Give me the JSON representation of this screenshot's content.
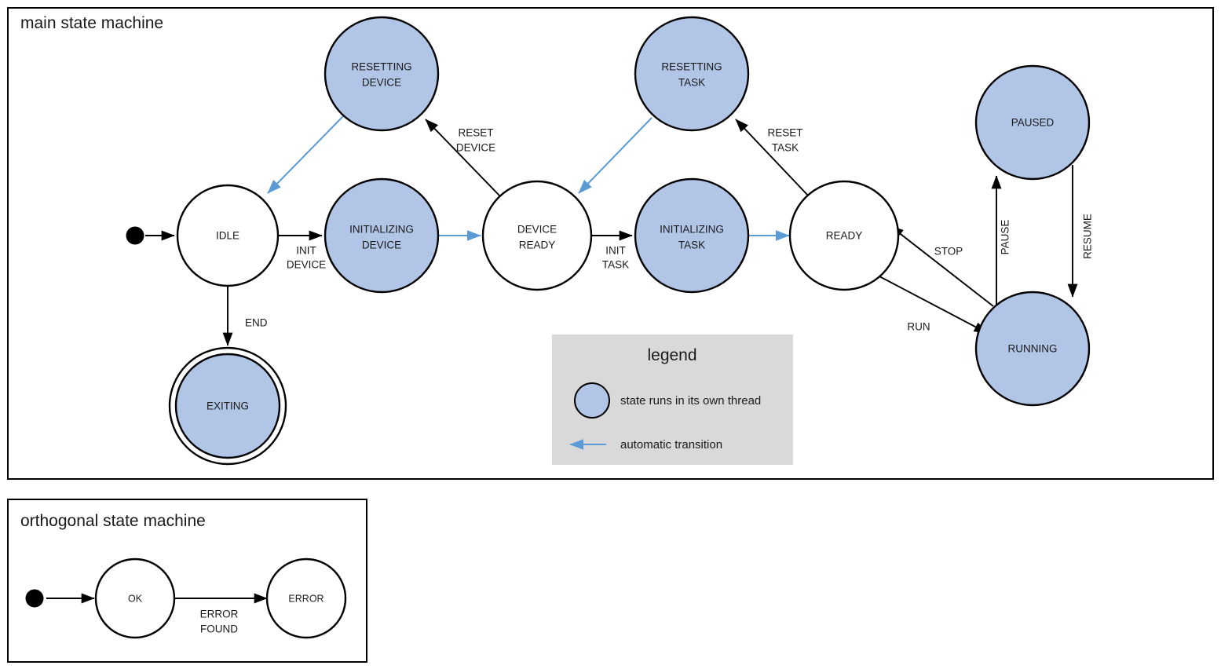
{
  "diagram": {
    "type": "state-machine",
    "colors": {
      "thread_state_fill": "#b1c5e7",
      "plain_state_fill": "#ffffff",
      "stroke": "#000000",
      "auto_transition": "#5b9bd5",
      "legend_background": "#d9d9d9",
      "page_background": "#ffffff"
    },
    "frames": [
      {
        "id": "main",
        "title": "main state machine"
      },
      {
        "id": "orthogonal",
        "title": "orthogonal state machine"
      }
    ]
  },
  "main": {
    "title": "main state machine",
    "states": [
      {
        "id": "idle",
        "label_line1": "IDLE",
        "label_line2": "",
        "thread": false,
        "final": false
      },
      {
        "id": "resetting-device",
        "label_line1": "RESETTING",
        "label_line2": "DEVICE",
        "thread": true,
        "final": false
      },
      {
        "id": "initializing-device",
        "label_line1": "INITIALIZING",
        "label_line2": "DEVICE",
        "thread": true,
        "final": false
      },
      {
        "id": "device-ready",
        "label_line1": "DEVICE",
        "label_line2": "READY",
        "thread": false,
        "final": false
      },
      {
        "id": "resetting-task",
        "label_line1": "RESETTING",
        "label_line2": "TASK",
        "thread": true,
        "final": false
      },
      {
        "id": "initializing-task",
        "label_line1": "INITIALIZING",
        "label_line2": "TASK",
        "thread": true,
        "final": false
      },
      {
        "id": "ready",
        "label_line1": "READY",
        "label_line2": "",
        "thread": false,
        "final": false
      },
      {
        "id": "paused",
        "label_line1": "PAUSED",
        "label_line2": "",
        "thread": true,
        "final": false
      },
      {
        "id": "running",
        "label_line1": "RUNNING",
        "label_line2": "",
        "thread": true,
        "final": false
      },
      {
        "id": "exiting",
        "label_line1": "EXITING",
        "label_line2": "",
        "thread": true,
        "final": true
      }
    ],
    "transitions": [
      {
        "id": "t-start-idle",
        "from": "start",
        "to": "idle",
        "label_line1": "",
        "label_line2": "",
        "auto": false
      },
      {
        "id": "t-idle-initdev",
        "from": "idle",
        "to": "initializing-device",
        "label_line1": "INIT",
        "label_line2": "DEVICE",
        "auto": false
      },
      {
        "id": "t-idle-exit",
        "from": "idle",
        "to": "exiting",
        "label_line1": "END",
        "label_line2": "",
        "auto": false
      },
      {
        "id": "t-resetdev-idle",
        "from": "resetting-device",
        "to": "idle",
        "label_line1": "",
        "label_line2": "",
        "auto": true
      },
      {
        "id": "t-initdev-devrdy",
        "from": "initializing-device",
        "to": "device-ready",
        "label_line1": "",
        "label_line2": "",
        "auto": true
      },
      {
        "id": "t-devrdy-resetdev",
        "from": "device-ready",
        "to": "resetting-device",
        "label_line1": "RESET",
        "label_line2": "DEVICE",
        "auto": false
      },
      {
        "id": "t-devrdy-inittask",
        "from": "device-ready",
        "to": "initializing-task",
        "label_line1": "INIT",
        "label_line2": "TASK",
        "auto": false
      },
      {
        "id": "t-resettask-devrdy",
        "from": "resetting-task",
        "to": "device-ready",
        "label_line1": "",
        "label_line2": "",
        "auto": true
      },
      {
        "id": "t-inittask-ready",
        "from": "initializing-task",
        "to": "ready",
        "label_line1": "",
        "label_line2": "",
        "auto": true
      },
      {
        "id": "t-ready-resettask",
        "from": "ready",
        "to": "resetting-task",
        "label_line1": "RESET",
        "label_line2": "TASK",
        "auto": false
      },
      {
        "id": "t-ready-running",
        "from": "ready",
        "to": "running",
        "label_line1": "RUN",
        "label_line2": "",
        "auto": false
      },
      {
        "id": "t-running-ready",
        "from": "running",
        "to": "ready",
        "label_line1": "STOP",
        "label_line2": "",
        "auto": false
      },
      {
        "id": "t-running-paused",
        "from": "running",
        "to": "paused",
        "label_line1": "PAUSE",
        "label_line2": "",
        "auto": false
      },
      {
        "id": "t-paused-running",
        "from": "paused",
        "to": "running",
        "label_line1": "RESUME",
        "label_line2": "",
        "auto": false
      }
    ]
  },
  "orthogonal": {
    "title": "orthogonal state machine",
    "states": [
      {
        "id": "ok",
        "label_line1": "OK",
        "label_line2": "",
        "thread": false,
        "final": false
      },
      {
        "id": "error",
        "label_line1": "ERROR",
        "label_line2": "",
        "thread": false,
        "final": false
      }
    ],
    "transitions": [
      {
        "id": "o-start-ok",
        "from": "start",
        "to": "ok",
        "label_line1": "",
        "label_line2": "",
        "auto": false
      },
      {
        "id": "o-ok-error",
        "from": "ok",
        "to": "error",
        "label_line1": "ERROR",
        "label_line2": "FOUND",
        "auto": false
      }
    ]
  },
  "legend": {
    "title": "legend",
    "items": [
      {
        "id": "thread-swatch",
        "symbol": "filled-circle",
        "text": "state runs in its own thread"
      },
      {
        "id": "auto-transition",
        "symbol": "blue-arrow",
        "text": "automatic transition"
      }
    ]
  }
}
